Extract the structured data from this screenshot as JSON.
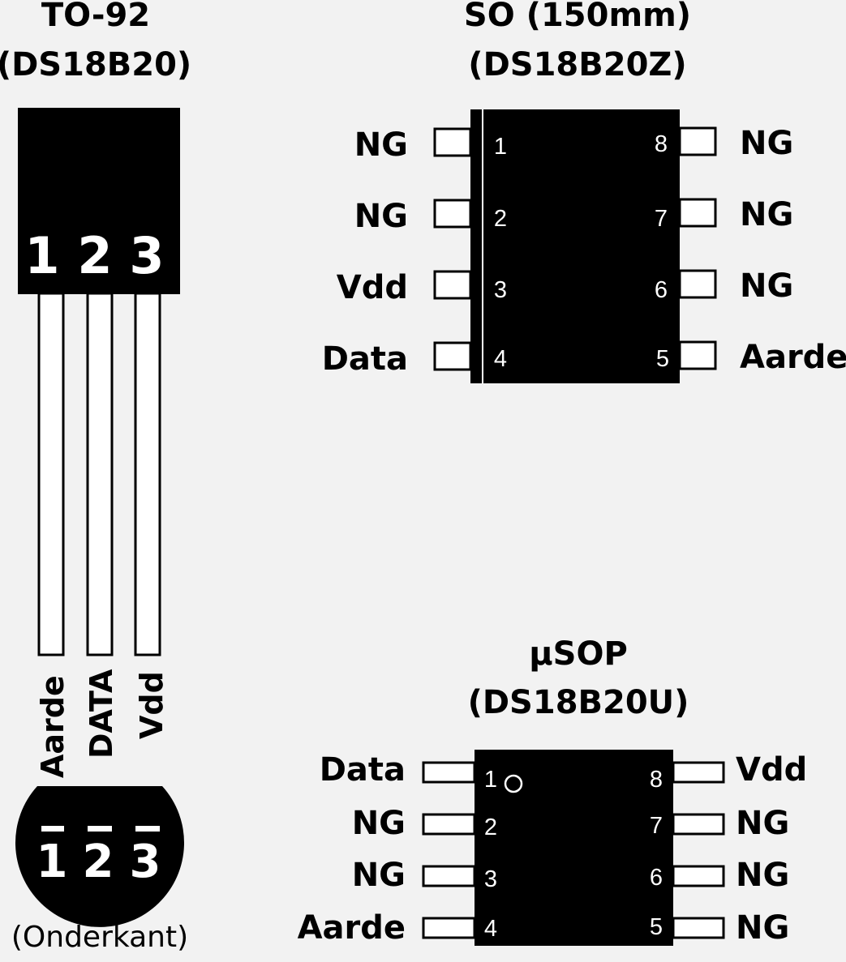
{
  "to92": {
    "title_line1": "TO-92",
    "title_line2": "(DS18B20)",
    "pin_numbers": [
      "1",
      "2",
      "3"
    ],
    "leg_names": [
      "Aarde",
      "DATA",
      "Vdd"
    ],
    "bottom_numbers": [
      "1",
      "2",
      "3"
    ],
    "bottom_note": "(Onderkant)"
  },
  "so": {
    "title_line1": "SO (150mm)",
    "title_line2": "(DS18B20Z)",
    "left_pins": [
      {
        "num": "1",
        "label": "NG"
      },
      {
        "num": "2",
        "label": "NG"
      },
      {
        "num": "3",
        "label": "Vdd"
      },
      {
        "num": "4",
        "label": "Data"
      }
    ],
    "right_pins": [
      {
        "num": "8",
        "label": "NG"
      },
      {
        "num": "7",
        "label": "NG"
      },
      {
        "num": "6",
        "label": "NG"
      },
      {
        "num": "5",
        "label": "Aarde"
      }
    ]
  },
  "usop": {
    "title_line1": "µSOP",
    "title_line2": "(DS18B20U)",
    "left_pins": [
      {
        "num": "1",
        "label": "Data"
      },
      {
        "num": "2",
        "label": "NG"
      },
      {
        "num": "3",
        "label": "NG"
      },
      {
        "num": "4",
        "label": "Aarde"
      }
    ],
    "right_pins": [
      {
        "num": "8",
        "label": "Vdd"
      },
      {
        "num": "7",
        "label": "NG"
      },
      {
        "num": "6",
        "label": "NG"
      },
      {
        "num": "5",
        "label": "NG"
      }
    ]
  }
}
